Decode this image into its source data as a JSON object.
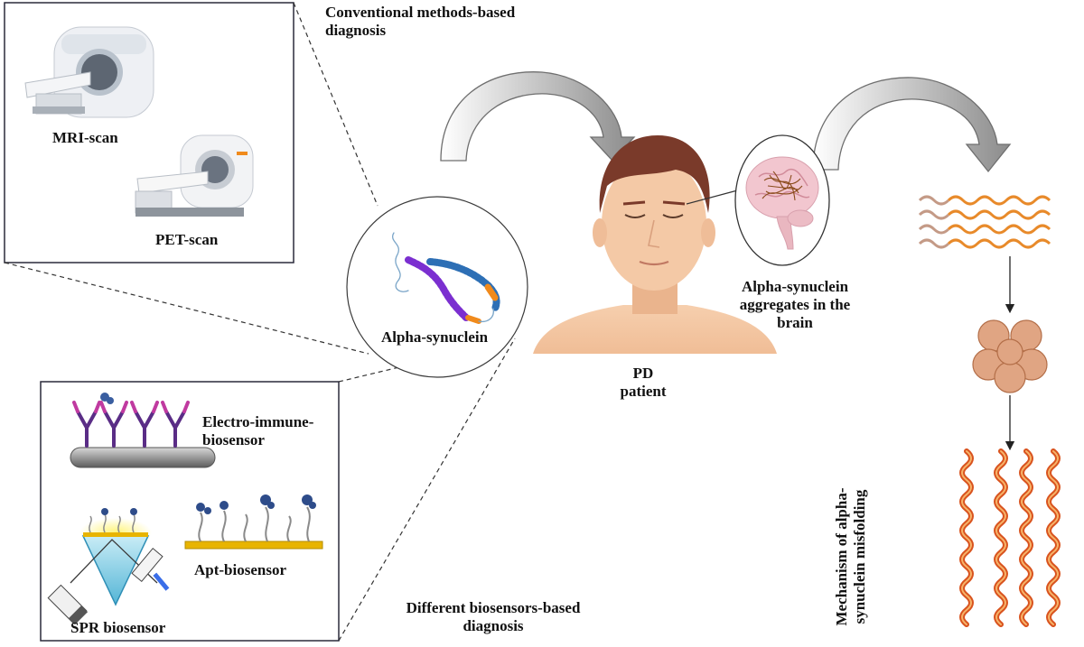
{
  "labels": {
    "conventional": "Conventional methods-based diagnosis",
    "conventional_l1": "Conventional methods-based",
    "conventional_l2": "diagnosis",
    "mri": "MRI-scan",
    "pet": "PET-scan",
    "alpha_synuclein": "Alpha-synuclein",
    "pd_l1": "PD",
    "pd_l2": "patient",
    "aggregates_l1": "Alpha-synuclein",
    "aggregates_l2": "aggregates in the",
    "aggregates_l3": "brain",
    "electro_l1": "Electro-immune-",
    "electro_l2": "biosensor",
    "apt": "Apt-biosensor",
    "spr": "SPR biosensor",
    "biosensors_l1": "Different biosensors-based",
    "biosensors_l2": "diagnosis",
    "mechanism_l1": "Mechanism of alpha-",
    "mechanism_l2": "synuclein misfolding"
  },
  "colors": {
    "helix_purple": "#7b2fd0",
    "helix_blue": "#2d6fb5",
    "helix_orange": "#f08a1c",
    "oligomer": "#e0a583",
    "fibril": "#d9531e",
    "skin": "#f4c9a6",
    "hair": "#7a3a2a",
    "gold": "#e8b400",
    "arrow_grey": "#9a9a9a"
  },
  "icons": [
    "mri-machine-icon",
    "pet-machine-icon",
    "antibody-icon",
    "aptamer-icon",
    "prism-icon",
    "brain-icon"
  ]
}
